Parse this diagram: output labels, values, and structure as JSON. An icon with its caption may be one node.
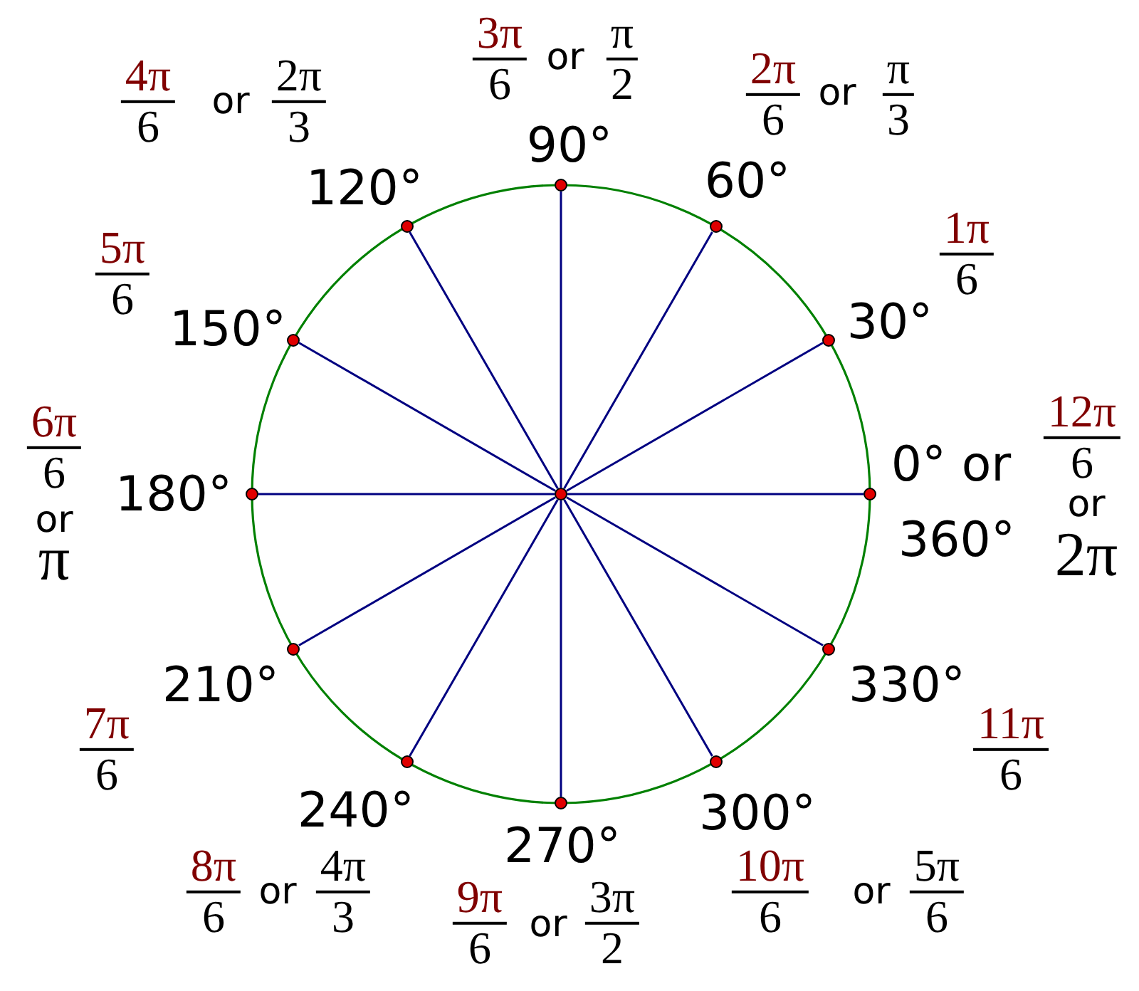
{
  "diagram": {
    "nodes": [
      {
        "text": [],
        "shape": "circle"
      },
      {
        "text": [],
        "shape": "circle",
        "beside": [
          "0° or",
          "360°",
          "12π",
          "6",
          "or",
          "2π"
        ]
      },
      {
        "text": [],
        "shape": "circle",
        "beside": [
          "30°",
          "1π",
          "6"
        ]
      },
      {
        "text": [],
        "shape": "circle",
        "beside": [
          "60°",
          "2π",
          "6",
          "or",
          "π",
          "3"
        ]
      },
      {
        "text": [],
        "shape": "circle",
        "beside": [
          "90°",
          "3π",
          "6",
          "or",
          "π",
          "2"
        ]
      },
      {
        "text": [],
        "shape": "circle",
        "beside": [
          "120°",
          "4π",
          "6",
          "or",
          "2π",
          "3"
        ]
      },
      {
        "text": [],
        "shape": "circle",
        "beside": [
          "150°",
          "5π",
          "6"
        ]
      },
      {
        "text": [],
        "shape": "circle",
        "beside": [
          "180°",
          "6π",
          "6",
          "or",
          "π"
        ]
      },
      {
        "text": [],
        "shape": "circle",
        "beside": [
          "210°",
          "7π",
          "6"
        ]
      },
      {
        "text": [],
        "shape": "circle",
        "beside": [
          "240°",
          "8π",
          "6",
          "or",
          "4π",
          "3"
        ]
      },
      {
        "text": [],
        "shape": "circle",
        "beside": [
          "270°",
          "9π",
          "6",
          "or",
          "3π",
          "2"
        ]
      },
      {
        "text": [],
        "shape": "circle",
        "beside": [
          "300°",
          "10π",
          "6",
          "or",
          "5π",
          "6"
        ]
      },
      {
        "text": [],
        "shape": "circle",
        "beside": [
          "330°",
          "11π",
          "6"
        ]
      }
    ],
    "edges": [
      {
        "from": 0,
        "to": 1,
        "arrow": "none"
      },
      {
        "from": 0,
        "to": 2,
        "arrow": "none"
      },
      {
        "from": 0,
        "to": 3,
        "arrow": "none"
      },
      {
        "from": 0,
        "to": 4,
        "arrow": "none"
      },
      {
        "from": 0,
        "to": 5,
        "arrow": "none"
      },
      {
        "from": 0,
        "to": 6,
        "arrow": "none"
      },
      {
        "from": 0,
        "to": 7,
        "arrow": "none"
      },
      {
        "from": 0,
        "to": 8,
        "arrow": "none"
      },
      {
        "from": 0,
        "to": 9,
        "arrow": "none"
      },
      {
        "from": 0,
        "to": 10,
        "arrow": "none"
      },
      {
        "from": 0,
        "to": 11,
        "arrow": "none"
      },
      {
        "from": 0,
        "to": 12,
        "arrow": "none"
      }
    ]
  }
}
